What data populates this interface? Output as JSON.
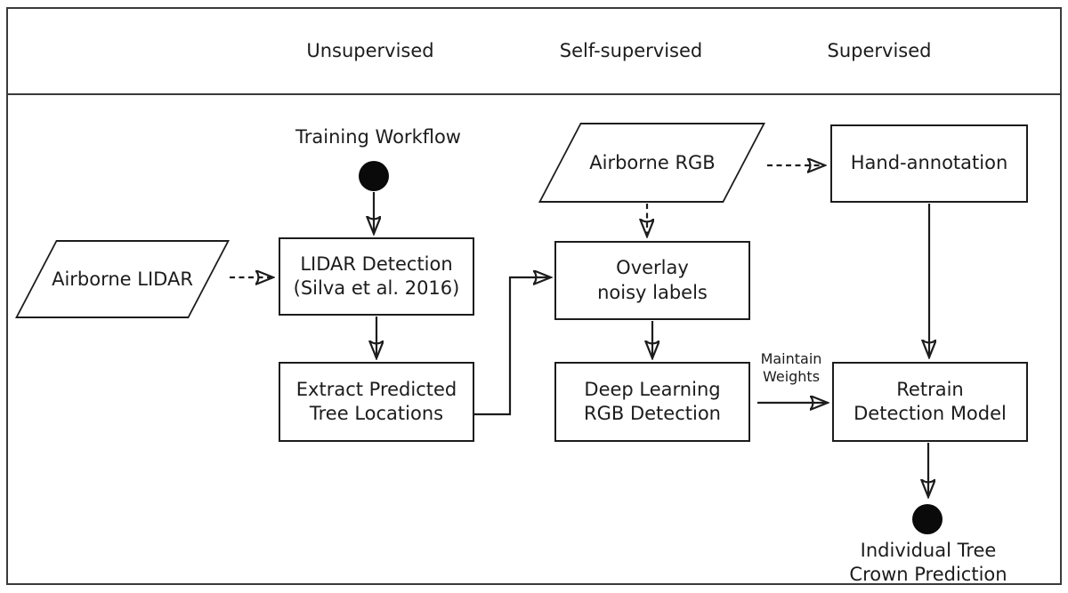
{
  "colors": {
    "line": "#1c1c1c",
    "frame": "#3a3a3a",
    "background": "#ffffff",
    "terminal_fill": "#0a0a0a"
  },
  "header": {
    "columns": [
      {
        "label": "Unsupervised"
      },
      {
        "label": "Self-supervised"
      },
      {
        "label": "Supervised"
      }
    ]
  },
  "title": "Training Workflow",
  "nodes": {
    "airborne_lidar": {
      "label": "Airborne LIDAR"
    },
    "lidar_detection": {
      "line1": "LIDAR Detection",
      "line2": "(Silva et al. 2016)"
    },
    "extract_predicted": {
      "line1": "Extract Predicted",
      "line2": "Tree Locations"
    },
    "airborne_rgb": {
      "label": "Airborne RGB"
    },
    "overlay_noisy_labels": {
      "line1": "Overlay",
      "line2": "noisy labels"
    },
    "deep_learning_rgb": {
      "line1": "Deep Learning",
      "line2": "RGB Detection"
    },
    "hand_annotation": {
      "label": "Hand-annotation"
    },
    "retrain_detection_model": {
      "line1": "Retrain",
      "line2": "Detection Model"
    }
  },
  "edge_labels": {
    "maintain_weights": {
      "line1": "Maintain",
      "line2": "Weights"
    }
  },
  "end_label": {
    "line1": "Individual Tree",
    "line2": "Crown Prediction"
  }
}
